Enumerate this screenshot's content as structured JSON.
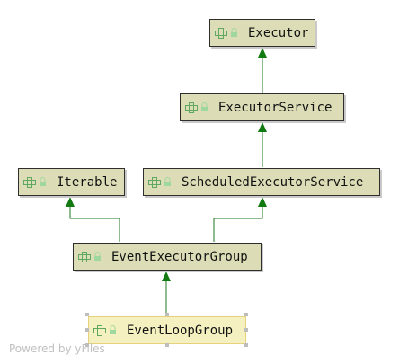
{
  "diagram": {
    "nodes": {
      "executor": {
        "label": "Executor"
      },
      "executor_service": {
        "label": "ExecutorService"
      },
      "iterable": {
        "label": "Iterable"
      },
      "scheduled_executor_service": {
        "label": "ScheduledExecutorService"
      },
      "event_executor_group": {
        "label": "EventExecutorGroup"
      },
      "event_loop_group": {
        "label": "EventLoopGroup",
        "selected": true
      }
    },
    "edges": [
      {
        "from": "executor_service",
        "to": "executor"
      },
      {
        "from": "scheduled_executor_service",
        "to": "executor_service"
      },
      {
        "from": "event_executor_group",
        "to": "iterable"
      },
      {
        "from": "event_executor_group",
        "to": "scheduled_executor_service"
      },
      {
        "from": "event_loop_group",
        "to": "event_executor_group"
      }
    ],
    "colors": {
      "node_fill": "#dcdcb6",
      "selected_fill": "#f4f0bf",
      "edge": "#1f7a1f",
      "arrowhead": "#117a11",
      "interface_icon": "#5fa85f",
      "lock_icon": "#9fd89f"
    }
  },
  "watermark": {
    "text": "Powered by yFiles"
  }
}
